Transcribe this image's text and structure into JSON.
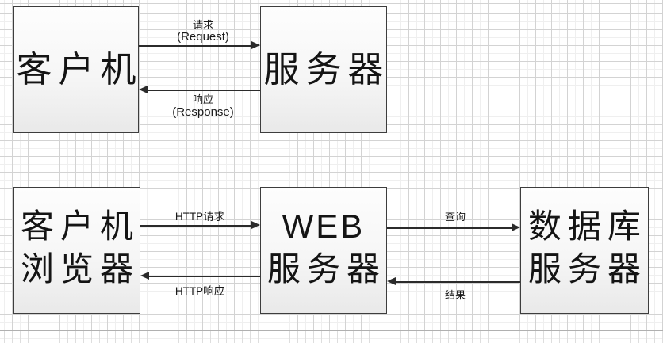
{
  "diagram": {
    "nodes": {
      "client": {
        "label": "客户机"
      },
      "server": {
        "label": "服务器"
      },
      "browser": {
        "line1": "客户机",
        "line2": "浏览器"
      },
      "web_server": {
        "line1": "WEB",
        "line2": "服务器"
      },
      "db_server": {
        "line1": "数据库",
        "line2": "服务器"
      }
    },
    "connectors": {
      "request": {
        "label_cn": "请求",
        "label_en": "(Request)"
      },
      "response": {
        "label_cn": "响应",
        "label_en": "(Response)"
      },
      "http_request": {
        "label": "HTTP请求"
      },
      "http_response": {
        "label": "HTTP响应"
      },
      "query": {
        "label": "查询"
      },
      "result": {
        "label": "结果"
      }
    },
    "colors": {
      "node_border": "#3d3d3d",
      "node_fill_top": "#fdfdfd",
      "node_fill_bottom": "#e9e9e9",
      "arrow": "#2b2b2b",
      "grid_major": "#d3d3d3",
      "grid_minor": "#efefef",
      "text": "#141414"
    }
  }
}
